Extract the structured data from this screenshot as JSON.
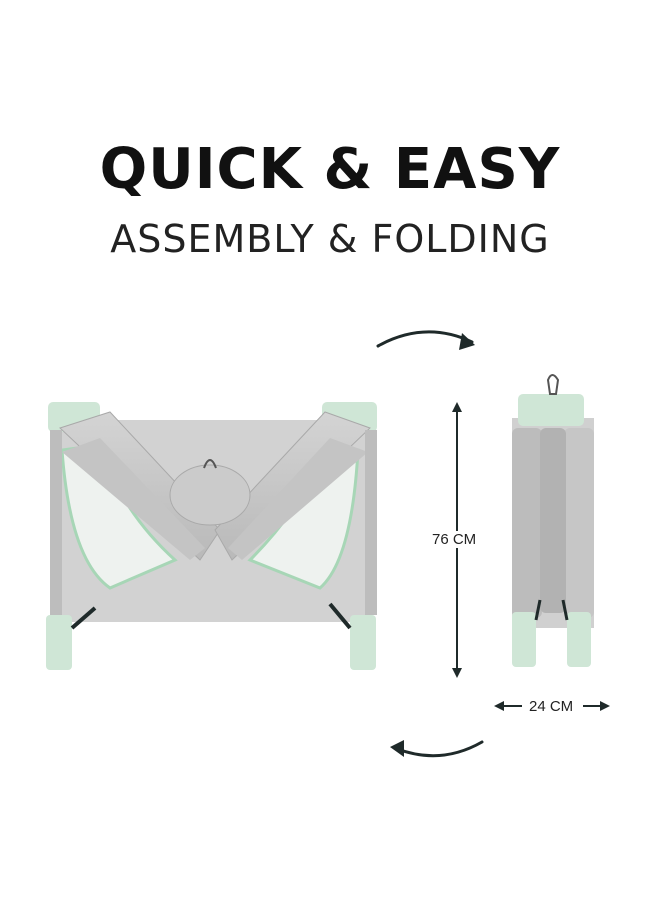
{
  "headline": {
    "title": "QUICK & EASY",
    "subtitle": "ASSEMBLY & FOLDING"
  },
  "dimensions": {
    "height": "76 CM",
    "width": "24 CM"
  },
  "colors": {
    "frame_grey": "#c9c9c9",
    "fabric_grey": "#bdbdbd",
    "mint": "#cfe6d6",
    "dark_line": "#1f2a2a",
    "text": "#111111"
  },
  "icons": [
    "curved-arrow-right-icon",
    "curved-arrow-left-icon"
  ]
}
